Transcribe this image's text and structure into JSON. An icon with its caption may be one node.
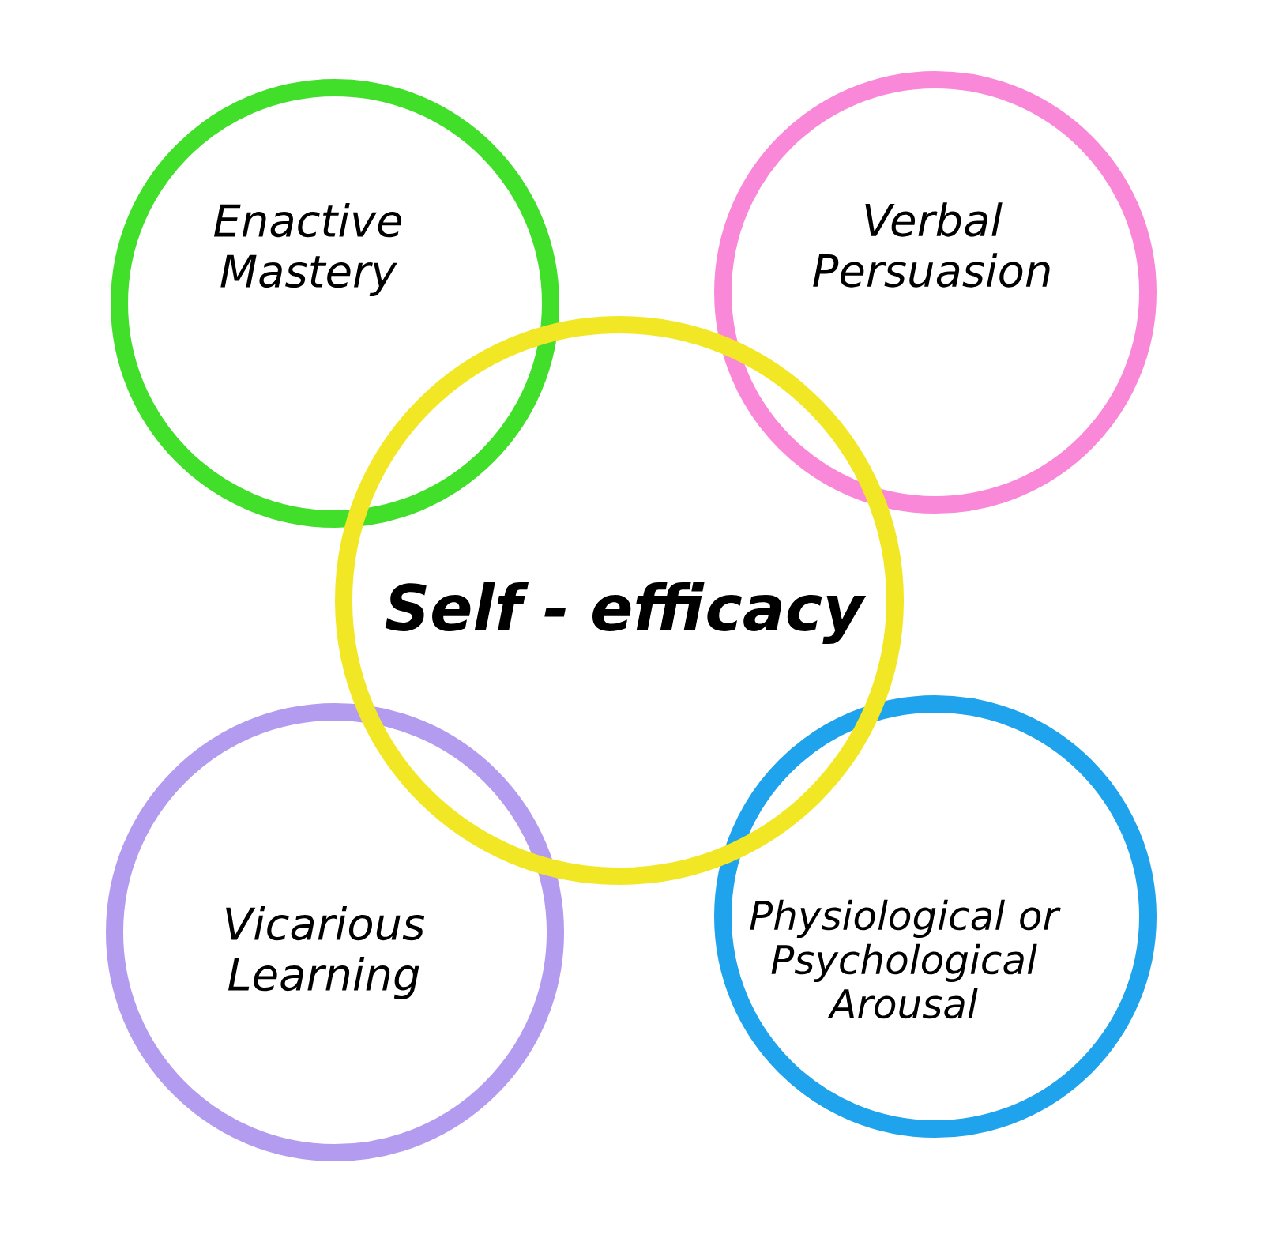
{
  "diagram": {
    "nodes": [
      {
        "text": [
          "Enactive Mastery"
        ]
      },
      {
        "text": [
          "Verbal Persuasion"
        ]
      },
      {
        "text": [
          "Self - efficacy"
        ]
      },
      {
        "text": [
          "Vicarious Learning"
        ]
      },
      {
        "text": [
          "Physiological or Psychological Arousal"
        ]
      }
    ]
  }
}
